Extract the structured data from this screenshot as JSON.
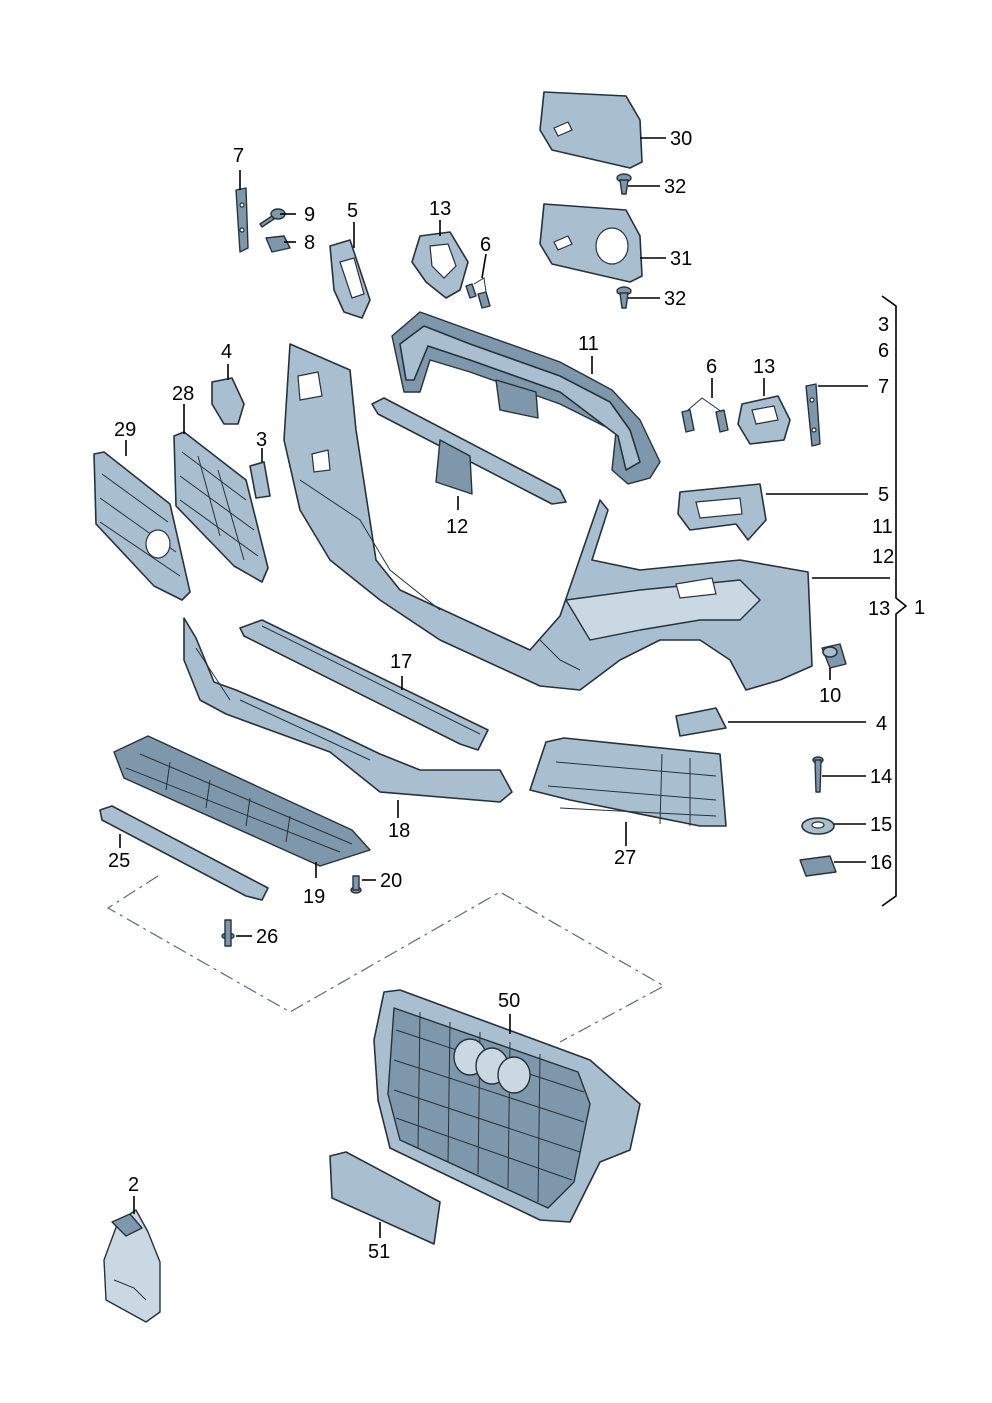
{
  "diagram": {
    "colors": {
      "part_fill": "#a9bfd0",
      "part_dark": "#7f97aa",
      "part_light": "#c9d8e3",
      "outline": "#26323b",
      "leader": "#000000"
    },
    "labels": {
      "p1": "1",
      "p2": "2",
      "p3a": "3",
      "p3b": "3",
      "p4a": "4",
      "p4b": "4",
      "p5a": "5",
      "p5b": "5",
      "p6a": "6",
      "p6b": "6",
      "p6c": "6",
      "p7a": "7",
      "p7b": "7",
      "p8": "8",
      "p9": "9",
      "p10": "10",
      "p11a": "11",
      "p11b": "11",
      "p12a": "12",
      "p12b": "12",
      "p13a": "13",
      "p13b": "13",
      "p13c": "13",
      "p14": "14",
      "p15": "15",
      "p16": "16",
      "p17": "17",
      "p18": "18",
      "p19": "19",
      "p20": "20",
      "p25": "25",
      "p26": "26",
      "p27": "27",
      "p28": "28",
      "p29": "29",
      "p30": "30",
      "p31": "31",
      "p32a": "32",
      "p32b": "32",
      "p50": "50",
      "p51": "51"
    }
  }
}
